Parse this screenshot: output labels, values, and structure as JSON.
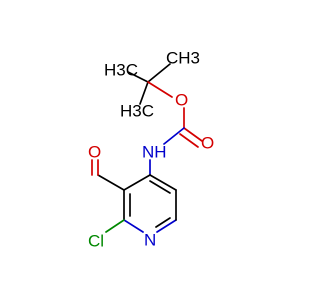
{
  "molecule": {
    "atoms": {
      "ch3_top": "CH3",
      "ch3_left_top": "H3C",
      "ch3_left_bottom": "H3C",
      "o_ester": "O",
      "o_carbonyl": "O",
      "nh": "NH",
      "o_aldehyde": "O",
      "cl": "Cl",
      "n_ring": "N"
    },
    "colors": {
      "carbon": "#000000",
      "oxygen": "#d40000",
      "nitrogen": "#0000cc",
      "chlorine": "#008800"
    }
  }
}
